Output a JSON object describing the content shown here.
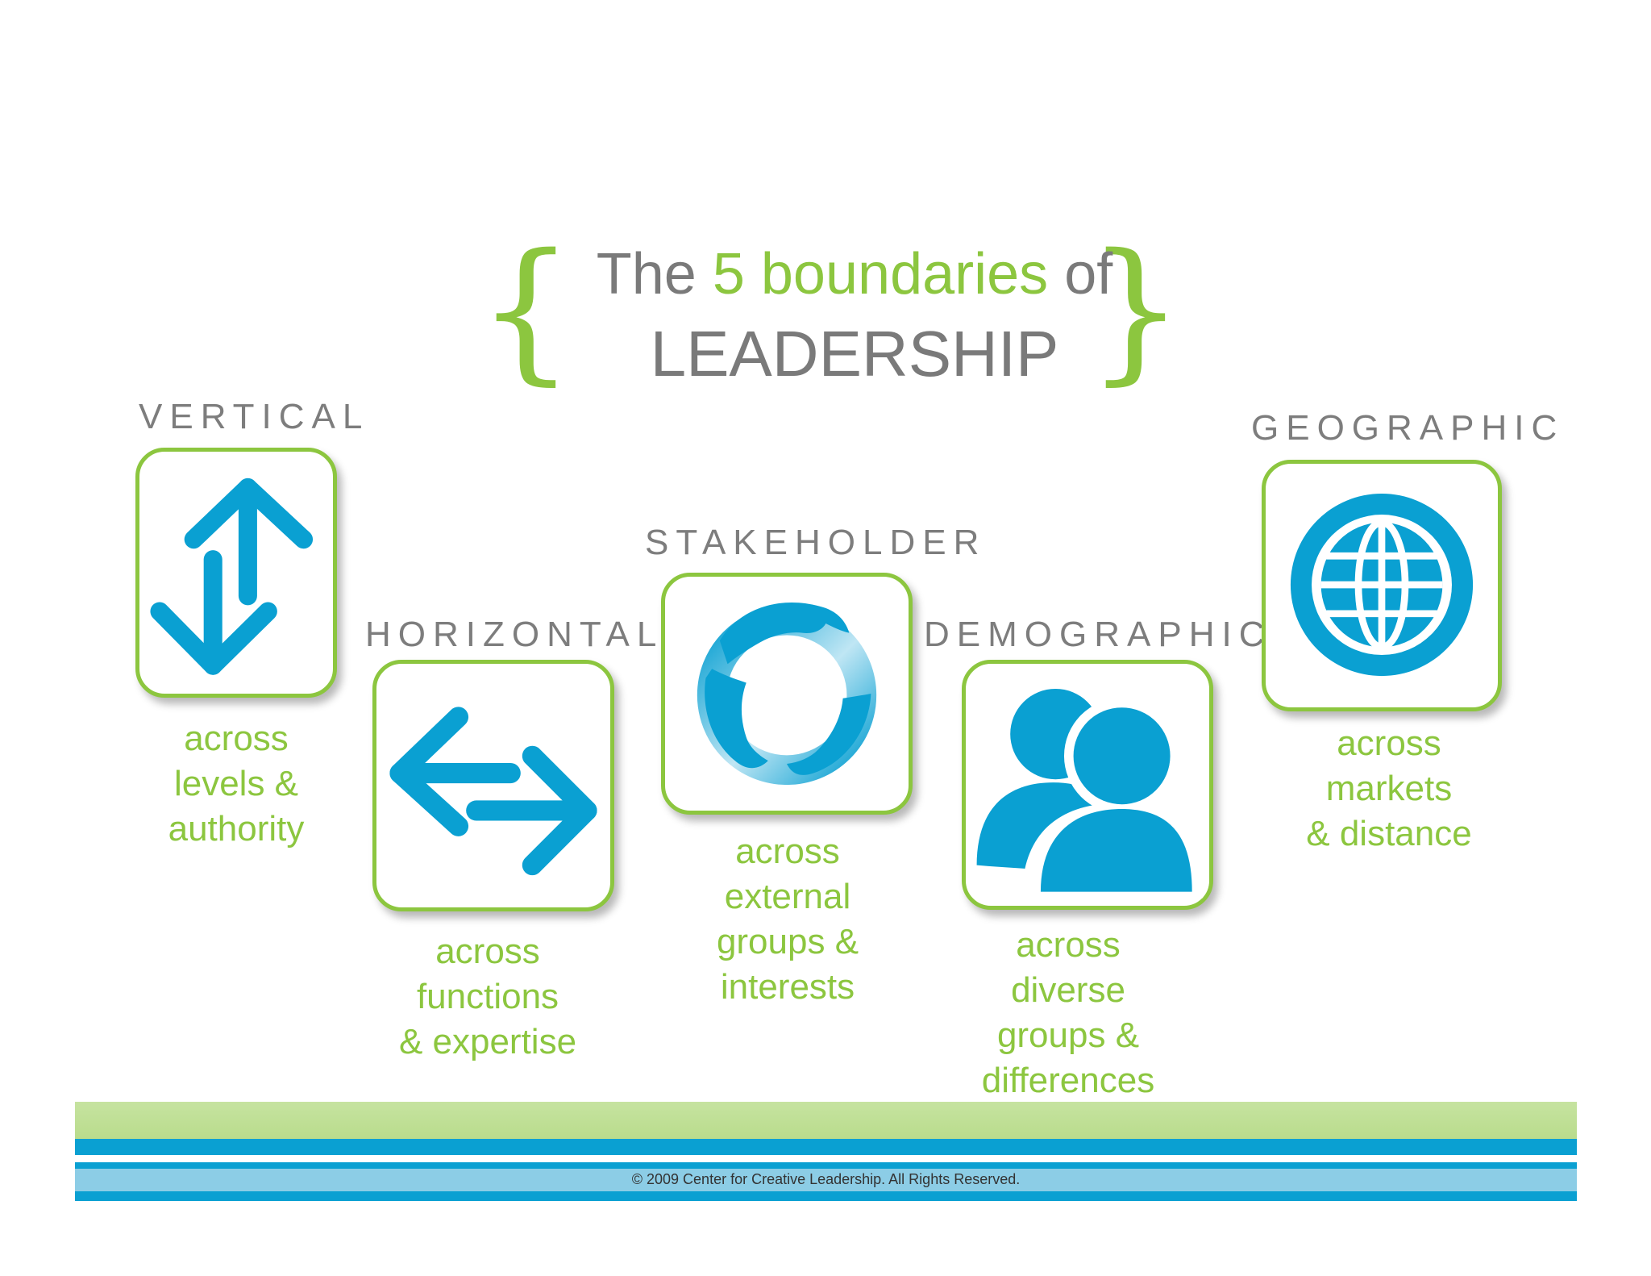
{
  "title": {
    "prefix": "The",
    "highlight": "5 boundaries",
    "suffix": "of",
    "line2": "LEADERSHIP",
    "open_brace": "{",
    "close_brace": "}"
  },
  "boundaries": [
    {
      "label": "VERTICAL",
      "caption": "across\nlevels &\nauthority",
      "icon": "vertical-arrows-icon"
    },
    {
      "label": "HORIZONTAL",
      "caption": "across\nfunctions\n& expertise",
      "icon": "horizontal-arrows-icon"
    },
    {
      "label": "STAKEHOLDER",
      "caption": "across\nexternal\ngroups &\ninterests",
      "icon": "circle-of-hands-icon"
    },
    {
      "label": "DEMOGRAPHIC",
      "caption": "across\ndiverse\ngroups &\ndifferences",
      "icon": "people-icon"
    },
    {
      "label": "GEOGRAPHIC",
      "caption": "across\nmarkets\n& distance",
      "icon": "globe-icon"
    }
  ],
  "footer": {
    "copyright": "© 2009 Center for Creative Leadership. All Rights Reserved."
  },
  "colors": {
    "green": "#8cc63f",
    "blue": "#0aa0d2",
    "gray_text": "#7a7a7a"
  }
}
